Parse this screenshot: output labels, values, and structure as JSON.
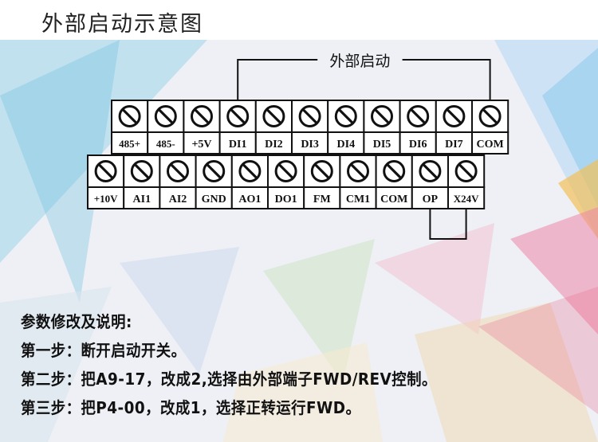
{
  "title": "外部启动示意图",
  "diagram": {
    "external_start_label": "外部启动",
    "row1_terminals": [
      "485+",
      "485-",
      "+5V",
      "DI1",
      "DI2",
      "DI3",
      "DI4",
      "DI5",
      "DI6",
      "DI7",
      "COM"
    ],
    "row2_terminals": [
      "+10V",
      "AI1",
      "AI2",
      "GND",
      "AO1",
      "DO1",
      "FM",
      "CM1",
      "COM",
      "OP",
      "X24V"
    ]
  },
  "notes": {
    "heading": "参数修改及说明:",
    "step1": "第一步：断开启动开关。",
    "step2": "第二步：把A9-17，改成2,选择由外部端子FWD/REV控制。",
    "step3": "第三步：把P4-00，改成1，选择正转运行FWD。"
  },
  "colors": {
    "text": "#111111",
    "line": "#111111",
    "terminal_face": "#ffffff"
  }
}
